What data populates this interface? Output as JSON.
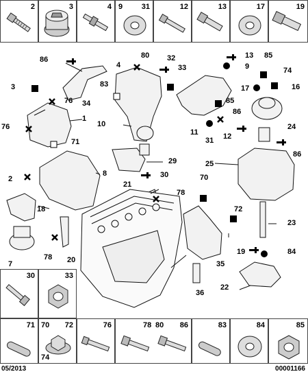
{
  "top_row": [
    "2",
    "3",
    "4",
    "9",
    "31",
    "12",
    "13",
    "17",
    "19"
  ],
  "mid_left": [
    "30",
    "33"
  ],
  "bottom_row": {
    "c1": [
      "71"
    ],
    "c2": [
      "70",
      "72",
      "74"
    ],
    "c3": [
      "76"
    ],
    "c4": [
      "78",
      "80",
      "86"
    ],
    "c5": [
      "83"
    ],
    "c6": [
      "84"
    ],
    "c7": [
      "85"
    ]
  },
  "callouts": {
    "n1": "1",
    "n2": "2",
    "n3": "3",
    "n4": "4",
    "n7": "7",
    "n8": "8",
    "n9": "9",
    "n10": "10",
    "n11": "11",
    "n12": "12",
    "n13": "13",
    "n16": "16",
    "n17": "17",
    "n18": "18",
    "n19": "19",
    "n20": "20",
    "n21": "21",
    "n22": "22",
    "n23": "23",
    "n24": "24",
    "n25": "25",
    "n29": "29",
    "n30": "30",
    "n31": "31",
    "n32": "32",
    "n33": "33",
    "n34": "34",
    "n35": "35",
    "n36": "36",
    "n70": "70",
    "n71": "71",
    "n72": "72",
    "n74": "74",
    "n76a": "76",
    "n76b": "76",
    "n78a": "78",
    "n78b": "78",
    "n80": "80",
    "n83": "83",
    "n84": "84",
    "n85a": "85",
    "n85b": "85",
    "n86a": "86",
    "n86b": "86",
    "n86c": "86"
  },
  "footer": {
    "date": "05/2013",
    "ref": "00001166"
  }
}
